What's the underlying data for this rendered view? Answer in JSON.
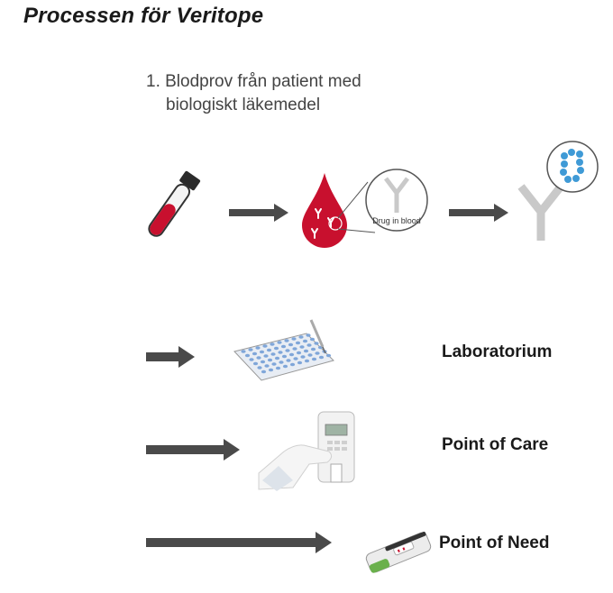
{
  "title": "Processen för Veritope",
  "step1": {
    "line1": "1. Blodprov från patient med",
    "line2": "biologiskt läkemedel"
  },
  "zoom_label": "Drug in blood",
  "options": [
    {
      "label": "Laboratorium"
    },
    {
      "label": "Point of Care"
    },
    {
      "label": "Point of Need"
    }
  ],
  "colors": {
    "arrow": "#4a4a4a",
    "blood": "#c8102e",
    "antibody": "#c9c9c9",
    "epitope": "#3f9ad6",
    "plate_well": "#7fa6d9",
    "test_strip": "#6ab04c"
  },
  "icons": [
    "blood-tube-icon",
    "blood-drop-icon",
    "antibody-icon",
    "well-plate-icon",
    "point-of-care-device-icon",
    "test-strip-icon"
  ]
}
